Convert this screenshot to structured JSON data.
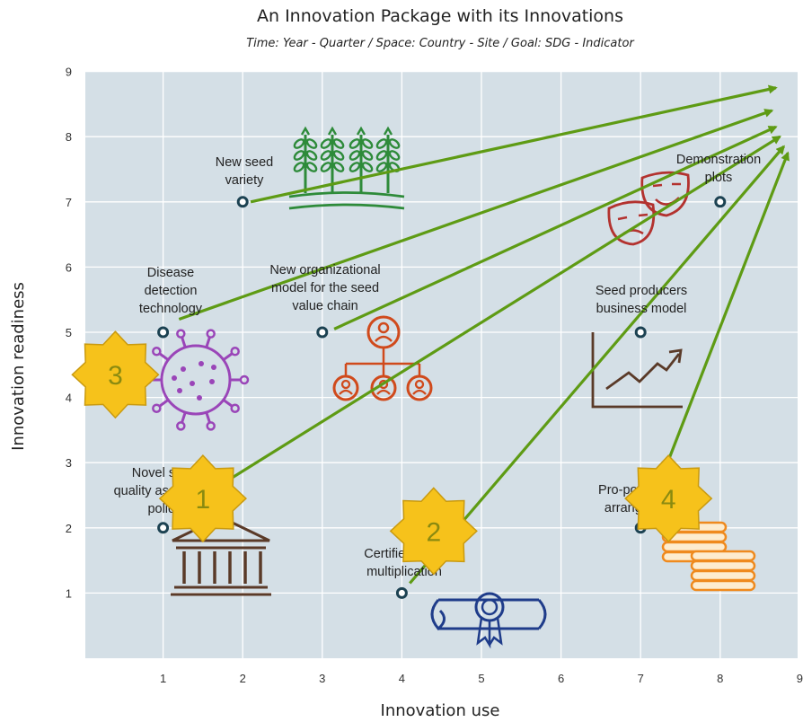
{
  "chart_data": {
    "type": "scatter",
    "title": "An Innovation Package with its Innovations",
    "subtitle": "Time: Year - Quarter / Space: Country - Site / Goal: SDG - Indicator",
    "xlabel": "Innovation use",
    "ylabel": "Innovation readiness",
    "xlim": [
      0,
      9
    ],
    "ylim": [
      0,
      9
    ],
    "xticks": [
      1,
      2,
      3,
      4,
      5,
      6,
      7,
      8,
      9
    ],
    "yticks": [
      1,
      2,
      3,
      4,
      5,
      6,
      7,
      8,
      9
    ],
    "grid": true,
    "background": "#d4dfe6",
    "gridColor": "#ffffff",
    "arrowColor": "#5e9b14",
    "markerColor": "#1c4252",
    "badgeColor": "#f6c21b",
    "points": [
      {
        "name": "New seed variety",
        "label_lines": [
          "New seed",
          "variety"
        ],
        "x": 2,
        "y": 7,
        "icon": "wheat-icon",
        "icon_color": "#2e8b3a"
      },
      {
        "name": "Disease detection technology",
        "label_lines": [
          "Disease",
          "detection",
          "technology"
        ],
        "x": 1,
        "y": 5,
        "icon": "virus-icon",
        "icon_color": "#9a45b8"
      },
      {
        "name": "New organizational model for the seed value chain",
        "label_lines": [
          "New organizational",
          "model for the seed",
          "value chain"
        ],
        "x": 3,
        "y": 5,
        "icon": "org-chart-icon",
        "icon_color": "#d04a1c"
      },
      {
        "name": "Seed producers business model",
        "label_lines": [
          "Seed producers",
          "business model"
        ],
        "x": 7,
        "y": 5,
        "icon": "trend-chart-icon",
        "icon_color": "#5a3a28"
      },
      {
        "name": "Demonstration plots",
        "label_lines": [
          "Demonstration",
          "plots"
        ],
        "x": 8,
        "y": 7,
        "icon": "theater-masks-icon",
        "icon_color": "#b3322f"
      },
      {
        "name": "Novel seed quality assurance policy",
        "label_lines": [
          "Novel seed",
          "quality assurance",
          "policy"
        ],
        "x": 1,
        "y": 2,
        "icon": "institution-icon",
        "icon_color": "#5a3a28"
      },
      {
        "name": "Certified seed multiplication",
        "label_lines": [
          "Certified seed",
          "multiplication"
        ],
        "x": 4,
        "y": 1,
        "icon": "certificate-icon",
        "icon_color": "#1f3c8a"
      },
      {
        "name": "Pro-poor credit arrangement",
        "label_lines": [
          "Pro-poor credit",
          "arrangement"
        ],
        "x": 7,
        "y": 2,
        "icon": "coins-icon",
        "icon_color": "#ef8a1e"
      }
    ],
    "arrows": [
      {
        "from": [
          2.1,
          7.0
        ],
        "to": [
          8.7,
          8.75
        ]
      },
      {
        "from": [
          1.2,
          5.2
        ],
        "to": [
          8.65,
          8.4
        ]
      },
      {
        "from": [
          3.15,
          5.05
        ],
        "to": [
          8.7,
          8.15
        ]
      },
      {
        "from": [
          1.25,
          2.3
        ],
        "to": [
          8.75,
          8.0
        ]
      },
      {
        "from": [
          4.1,
          1.15
        ],
        "to": [
          8.8,
          7.85
        ]
      },
      {
        "from": [
          7.1,
          2.25
        ],
        "to": [
          8.85,
          7.75
        ]
      }
    ],
    "badges": [
      {
        "label": "1",
        "x": 1.5,
        "y": 2.45
      },
      {
        "label": "2",
        "x": 4.4,
        "y": 1.95
      },
      {
        "label": "3",
        "x": 0.4,
        "y": 4.35
      },
      {
        "label": "4",
        "x": 7.35,
        "y": 2.45
      }
    ]
  }
}
